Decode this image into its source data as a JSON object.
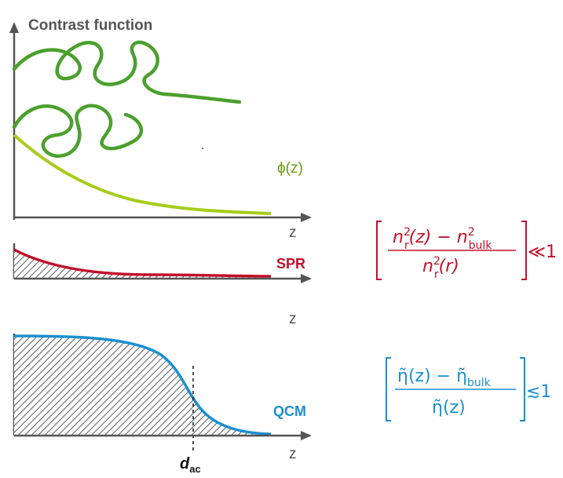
{
  "title": "Contrast function",
  "axis_var": "z",
  "phi_label": "ϕ(z)",
  "spr": {
    "label": "SPR",
    "formula": {
      "num_a": "n",
      "num_a_sup": "2",
      "num_a_sub": "r",
      "num_a_arg": "(z) − n",
      "num_b_sup": "2",
      "num_b_sub": "bulk",
      "den_a": "n",
      "den_sup": "2",
      "den_sub": "r",
      "den_arg": "(r)",
      "relation": "≪1"
    }
  },
  "qcm": {
    "label": "QCM",
    "formula": {
      "num": "η̃(z) − η̃",
      "num_sub": "bulk",
      "den": "η̃(z)",
      "relation": "≲1"
    }
  },
  "dac": {
    "main": "d",
    "sub": "ac"
  },
  "colors": {
    "axis": "#555555",
    "polymer": "#4aa02c",
    "phi": "#a8cc1c",
    "spr": "#c0102a",
    "qcm": "#1a8fd0",
    "hatch": "#333333"
  }
}
